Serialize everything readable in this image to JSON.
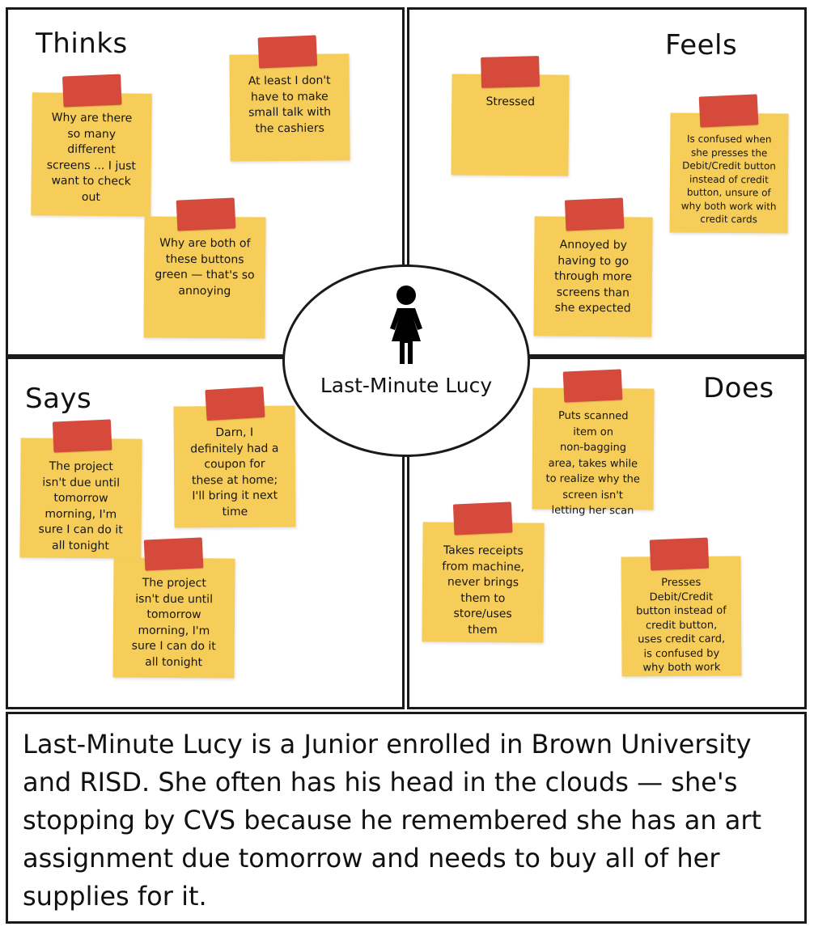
{
  "persona": {
    "name": "Last-Minute Lucy",
    "icon": "woman-icon"
  },
  "quadrants": {
    "thinks": {
      "title": "Thinks",
      "notes": [
        "Why are there\nso many\ndifferent\nscreens ... I just\nwant to check\nout",
        "At least I don't\nhave to make\nsmall talk with\nthe cashiers",
        "Why are both of\nthese buttons\ngreen — that's so\nannoying"
      ]
    },
    "feels": {
      "title": "Feels",
      "notes": [
        "Stressed",
        "Is confused when\nshe presses the\nDebit/Credit button\ninstead of credit\nbutton, unsure of\nwhy both work with\ncredit cards",
        "Annoyed by\nhaving to go\nthrough more\nscreens than\nshe expected"
      ]
    },
    "says": {
      "title": "Says",
      "notes": [
        "The project\nisn't due until\ntomorrow\nmorning, I'm\nsure I can do it\nall tonight",
        "Darn, I\ndefinitely had a\ncoupon for\nthese at home;\nI'll bring it next\ntime",
        "The project\nisn't due until\ntomorrow\nmorning, I'm\nsure I can do it\nall tonight"
      ]
    },
    "does": {
      "title": "Does",
      "notes": [
        "Puts scanned\nitem on\nnon-bagging\narea, takes while\nto realize why the\nscreen isn't\nletting her scan",
        "Takes receipts\nfrom machine,\nnever brings\nthem to\nstore/uses\nthem",
        "Presses\nDebit/Credit\nbutton instead of\ncredit button,\nuses credit card,\nis confused by\nwhy both work"
      ]
    }
  },
  "description": "Last-Minute Lucy is a Junior enrolled in Brown University and RISD. She often has his head in the clouds — she's stopping by CVS because he remembered she has an art assignment due tomorrow and needs to buy all of her supplies for it.",
  "colors": {
    "sticky_note": "#f7cd59",
    "tape": "#d64a3c",
    "border": "#1a1a1a"
  }
}
